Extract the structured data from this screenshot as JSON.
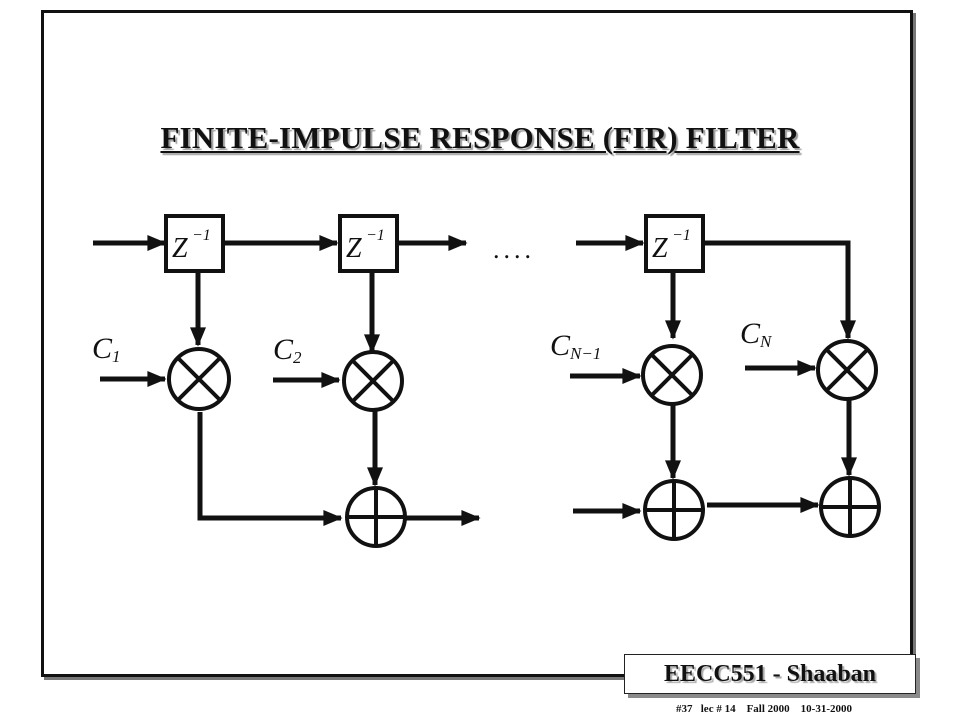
{
  "slide": {
    "title": "FINITE-IMPULSE RESPONSE (FIR) FILTER",
    "badge": "EECC551 - Shaaban",
    "footer": "#37   lec # 14    Fall 2000    10-31-2000"
  },
  "diagram": {
    "delay_label": "Z",
    "delay_exponent": "−1",
    "ellipsis": "....",
    "coefficients": [
      {
        "base": "C",
        "sub": "1"
      },
      {
        "base": "C",
        "sub": "2"
      },
      {
        "base": "C",
        "sub": "N−1"
      },
      {
        "base": "C",
        "sub": "N"
      }
    ],
    "multiplier_icon": "multiply-circle-icon",
    "adder_icon": "add-circle-icon"
  }
}
